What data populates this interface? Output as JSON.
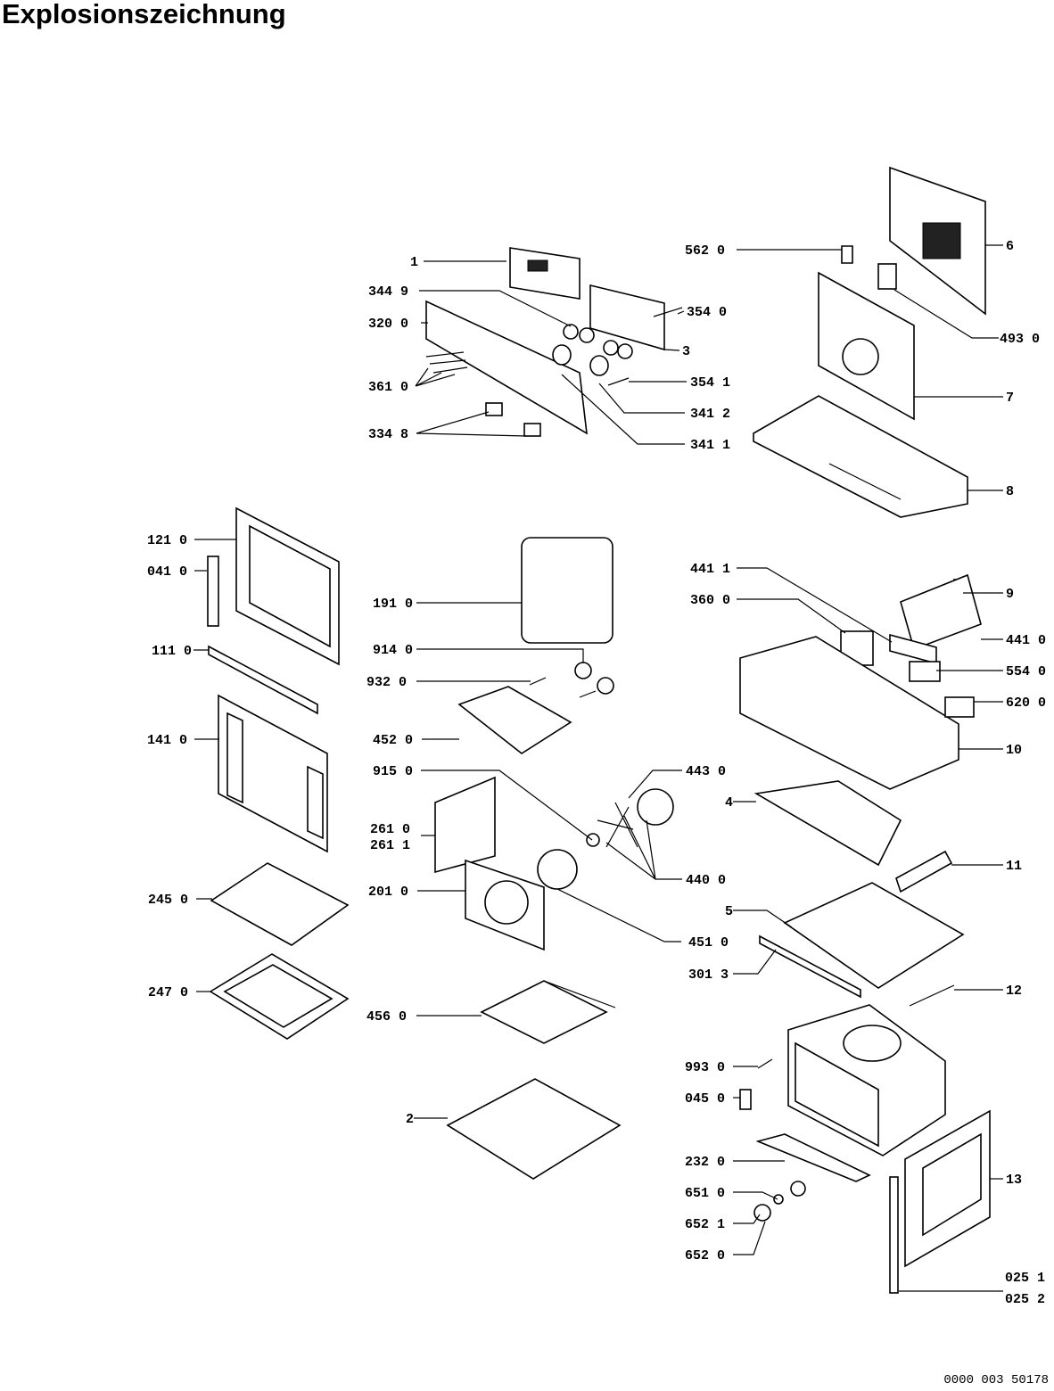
{
  "title": "Explosionszeichnung",
  "doc_code": "0000 003 50178",
  "labels": {
    "l_1": "1",
    "l_344_9": "344 9",
    "l_320_0": "320 0",
    "l_361_0": "361 0",
    "l_334_8": "334 8",
    "l_562_0": "562 0",
    "l_354_0": "354 0",
    "l_3": "3",
    "l_354_1": "354 1",
    "l_341_2": "341 2",
    "l_341_1": "341 1",
    "l_6": "6",
    "l_493_0": "493 0",
    "l_7": "7",
    "l_8": "8",
    "l_121_0": "121 0",
    "l_041_0": "041 0",
    "l_111_0": "111 0",
    "l_141_0": "141 0",
    "l_245_0": "245 0",
    "l_247_0": "247 0",
    "l_191_0": "191 0",
    "l_914_0": "914 0",
    "l_932_0": "932 0",
    "l_452_0": "452 0",
    "l_915_0": "915 0",
    "l_261_0": "261 0",
    "l_261_1": "261 1",
    "l_201_0": "201 0",
    "l_456_0": "456 0",
    "l_2": "2",
    "l_441_1": "441 1",
    "l_360_0": "360 0",
    "l_9": "9",
    "l_441_0": "441 0",
    "l_554_0": "554 0",
    "l_620_0": "620 0",
    "l_10": "10",
    "l_443_0": "443 0",
    "l_4": "4",
    "l_440_0": "440 0",
    "l_11": "11",
    "l_451_0": "451 0",
    "l_5": "5",
    "l_301_3": "301 3",
    "l_12": "12",
    "l_993_0": "993 0",
    "l_045_0": "045 0",
    "l_232_0": "232 0",
    "l_13": "13",
    "l_651_0": "651 0",
    "l_652_1": "652 1",
    "l_652_0": "652 0",
    "l_025_1": "025 1",
    "l_025_2": "025 2"
  }
}
